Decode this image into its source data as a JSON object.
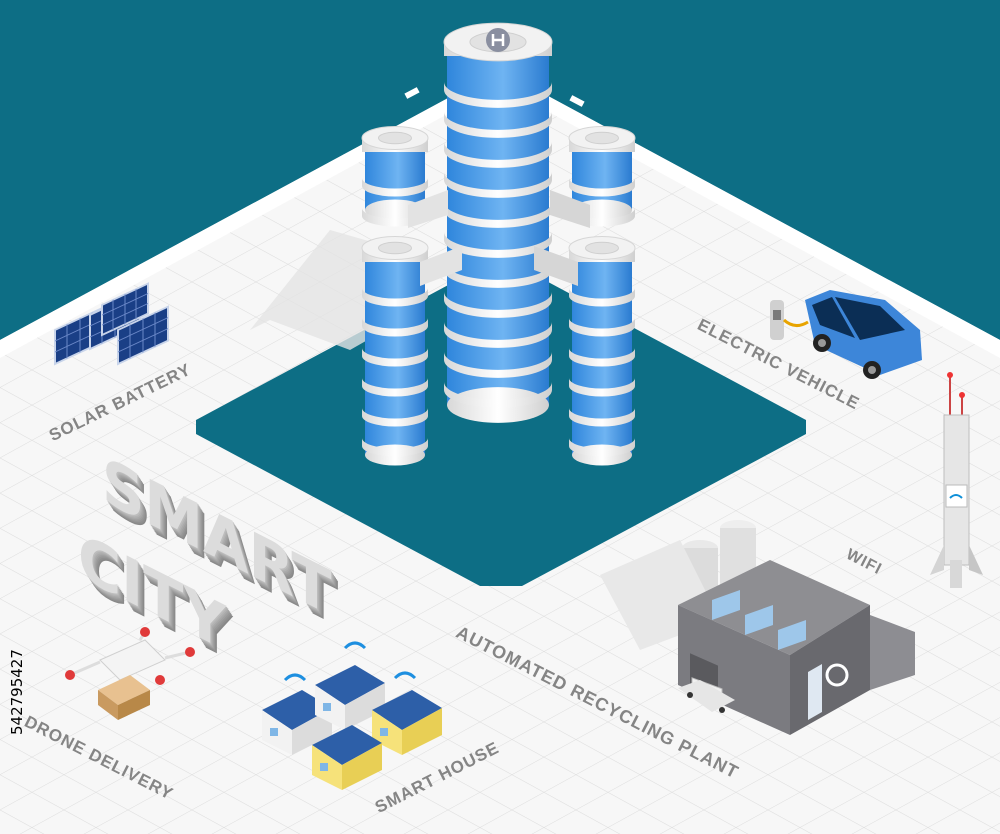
{
  "title": {
    "line1": "SMART",
    "line2": "CITY"
  },
  "labels": {
    "solar": "SOLAR BATTERY",
    "ev": "ELECTRIC VEHICLE",
    "wifi": "WIFI",
    "recycling": "AUTOMATED RECYCLING PLANT",
    "smart_house": "SMART HOUSE",
    "drone": "DRONE DELIVERY"
  },
  "stock_id": "542795427",
  "colors": {
    "teal": "#0d6e85",
    "ground": "#f8f8f8",
    "glass": "#3a93e0",
    "label": "#858585"
  }
}
